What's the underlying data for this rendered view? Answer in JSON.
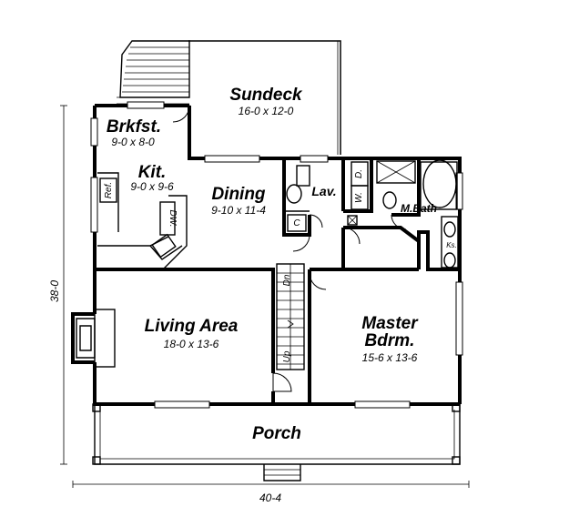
{
  "rooms": {
    "sundeck": {
      "name": "Sundeck",
      "size": "16-0 x 12-0"
    },
    "brkfst": {
      "name": "Brkfst.",
      "size": "9-0 x 8-0"
    },
    "kit": {
      "name": "Kit.",
      "size": "9-0 x 9-6"
    },
    "dining": {
      "name": "Dining",
      "size": "9-10 x 11-4"
    },
    "lav": {
      "name": "Lav."
    },
    "mbath": {
      "name": "M.Bath"
    },
    "living": {
      "name": "Living Area",
      "size": "18-0 x 13-6"
    },
    "master": {
      "name": "Master Bdrm.",
      "name_line1": "Master",
      "name_line2": "Bdrm.",
      "size": "15-6 x 13-6"
    },
    "porch": {
      "name": "Porch"
    }
  },
  "fixtures": {
    "ref": "Ref.",
    "dw": "DW.",
    "closet": "C",
    "washer": "W.",
    "dryer": "D.",
    "stair_down": "Dn",
    "stair_up": "Up",
    "kitchen_sink": "Ks."
  },
  "dimensions": {
    "width": "40-4",
    "depth": "38-0"
  }
}
